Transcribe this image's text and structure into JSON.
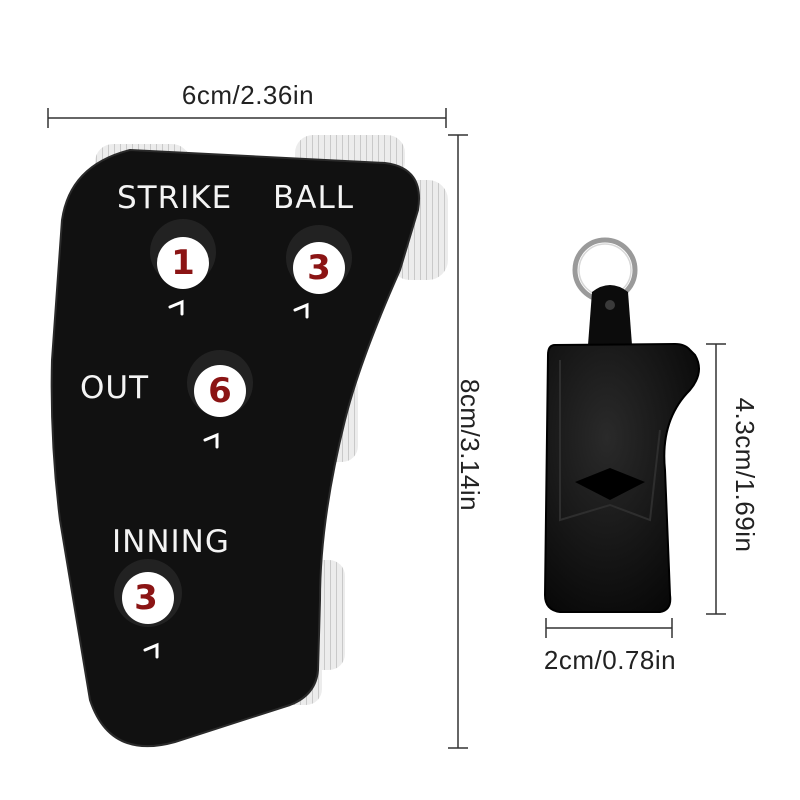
{
  "dimensions": {
    "counter_width": "6cm/2.36in",
    "counter_height": "8cm/3.14in",
    "whistle_height": "4.3cm/1.69in",
    "whistle_width": "2cm/0.78in"
  },
  "counter": {
    "labels": {
      "strike": "STRIKE",
      "ball": "BALL",
      "out": "OUT",
      "inning": "INNING"
    },
    "values": {
      "strike": "1",
      "ball": "3",
      "out": "6",
      "inning": "3"
    }
  },
  "colors": {
    "body": "#111111",
    "dial_face": "#ffffff",
    "digit": "#8b1414",
    "label_text": "#f4f4f4",
    "wheels": "#e6e6e6"
  }
}
